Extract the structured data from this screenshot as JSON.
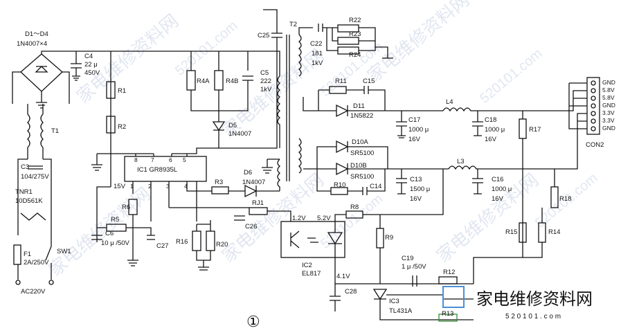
{
  "figure_number": "①",
  "input": {
    "voltage": "AC220V",
    "switch": "SW1",
    "fuse": "F1",
    "fuse_value": "2A/250V",
    "thermistor": "TNR1",
    "thermistor_value": "10D561K",
    "cap_x": "C3",
    "cap_x_value": "104/275V",
    "choke": "T1"
  },
  "bridge": {
    "label": "D1～D4",
    "part": "1N4007×4"
  },
  "bulk_cap": {
    "name": "C4",
    "value1": "22 μ",
    "value2": "450V"
  },
  "start_resistors": [
    "R1",
    "R2"
  ],
  "snubber": {
    "r_a": "R4A",
    "r_b": "R4B",
    "cap": "C5",
    "cap_v1": "222",
    "cap_v2": "1kV",
    "diode": "D5",
    "diode_part": "1N4007",
    "cap25": "C25"
  },
  "ic1": {
    "label": "IC1 GR8935L",
    "pins": [
      "8",
      "7",
      "6",
      "5",
      "1",
      "2",
      "3",
      "4"
    ],
    "vcc_label": "15V"
  },
  "aux": {
    "diode": "D6",
    "diode_part": "1N4007",
    "resistor": "R3",
    "jumper": "RJ1"
  },
  "soft_start": {
    "r5": "R5",
    "r6": "R6",
    "c6": "C6",
    "c6_value": "10 μ /50V",
    "c27": "C27",
    "c26": "C26",
    "r16": "R16",
    "r20": "R20"
  },
  "transformer": {
    "name": "T2",
    "c22": "C22",
    "c22_v1": "181",
    "c22_v2": "1kV",
    "r22": "R22",
    "r23": "R23",
    "r24": "R24"
  },
  "out_5v": {
    "r11": "R11",
    "c15": "C15",
    "diode": "D11",
    "diode_part": "1N5822",
    "c17": "C17",
    "c17_v1": "1000 μ",
    "c17_v2": "16V",
    "choke": "L4",
    "c18": "C18",
    "c18_v1": "1000 μ",
    "c18_v2": "16V",
    "r17": "R17"
  },
  "out_3v": {
    "d10a": "D10A",
    "d10a_part": "SR5100",
    "d10b": "D10B",
    "d10b_part": "SR5100",
    "r10": "R10",
    "c14": "C14",
    "c13": "C13",
    "c13_v1": "1500 μ",
    "c13_v2": "16V",
    "choke": "L3",
    "c16": "C16",
    "c16_v1": "1000 μ",
    "c16_v2": "16V",
    "r18": "R18"
  },
  "connector": {
    "name": "CON2",
    "pins": [
      "GND",
      "5.8V",
      "5.8V",
      "GND",
      "3.3V",
      "3.3V",
      "GND"
    ]
  },
  "feedback": {
    "ic2": "IC2",
    "ic2_part": "EL817",
    "v_a": "1.2V",
    "v_b": "5.2V",
    "v_c": "4.1V",
    "r8": "R8",
    "r9": "R9",
    "c28": "C28",
    "c19": "C19",
    "c19_value": "1 μ /50V",
    "r12": "R12",
    "r13": "R13",
    "ic3": "IC3",
    "ic3_part": "TL431A",
    "r14": "R14",
    "r15": "R15"
  },
  "watermark": {
    "text": "家电维修资料网",
    "url": "520101.com",
    "brand": "家电维修资料网",
    "brand_url": "5 2 0 1 0 1 . c o m"
  }
}
